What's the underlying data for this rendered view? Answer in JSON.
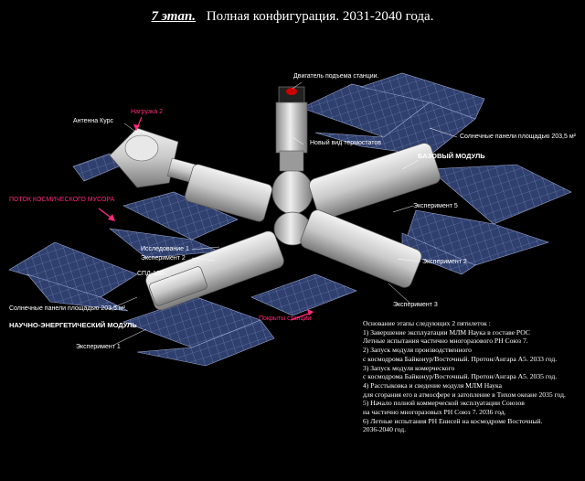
{
  "title": {
    "stage": "7 этап.",
    "text": "Полная конфигурация.  2031-2040 года."
  },
  "labels": {
    "engine": "Двигатель подъема станции.",
    "cargo": "Нагрузка 2",
    "antenna": "Антенна Курс",
    "thermal": "Новый вид термостатов",
    "panels_right": "Солнечные панели площадью  203,5 м²",
    "base_module": "БАЗОВЫЙ МОДУЛЬ",
    "debris_flow": "ПОТОК КОСМИЧЕСКОГО МУСОРА",
    "experiment5": "Эксперимент 5",
    "research1": "Исследование  1",
    "experiment2_left": "Эксперимент 2",
    "experiment2_right": "Эксперимент 2",
    "spd": "СПД-100",
    "panels_left": "Солнечные панели площадью  203,5 м²",
    "experiment3": "Эксперимент 3",
    "science_module": "НАУЧНО-ЭНЕРГЕТИЧЕСКИЙ МОДУЛЬ",
    "debris_traps": "Покрыты станции",
    "experiment1": "Эксперимент 1"
  },
  "notes": [
    "Основание этапы следующих 2 пятилеток :",
    "1) Завершение эксплуатации МЛМ Наука в составе  РОС",
    "Летные испытания частично многоразового РН Союз 7.",
    "2) Запуск модуля производственного",
    "с космодрома Байконур/Восточный. Протон/Ангара А5. 2033 год.",
    "3)  Запуск модуля комерческого",
    "с космодрома Байконур/Восточный. Протон/Ангара А5. 2035 год.",
    "4) Расстыковка  и сведение  модуля МЛМ Наука",
    "для сгорания его  в атмосфере и затопление  в Тихом океане  2035 год.",
    "5) Начало полной коммерческой эксплуатации Союзов",
    "    на  частично многоразовых  РН Союз 7.  2036 год.",
    "6) Летные испытания РН  Енисей на космодроме Восточный.",
    "2036-2040 год."
  ],
  "colors": {
    "background": "#000000",
    "panel": "#2f3f6e",
    "panel_grid": "#7d8fbf",
    "module": "#d9d9d9",
    "accent": "#ff2a7a"
  }
}
